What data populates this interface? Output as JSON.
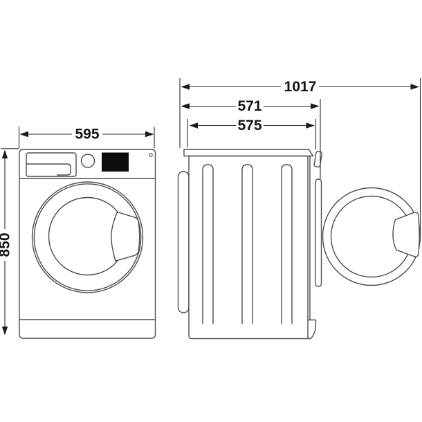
{
  "diagram": {
    "kind": "washing-machine-dimension-drawing",
    "views": {
      "front": "front view of washer with detergent drawer, knob, display and porthole door",
      "side": "side view of washer with door swung open"
    }
  },
  "dims": {
    "width": "595",
    "height": "850",
    "depth_door_open": "1017",
    "depth_upper": "571",
    "depth_body": "575"
  },
  "colors": {
    "outline": "#4b4b4b",
    "dimension": "#2a2a2a",
    "display": "#0d0d0d",
    "background": "#ffffff"
  }
}
